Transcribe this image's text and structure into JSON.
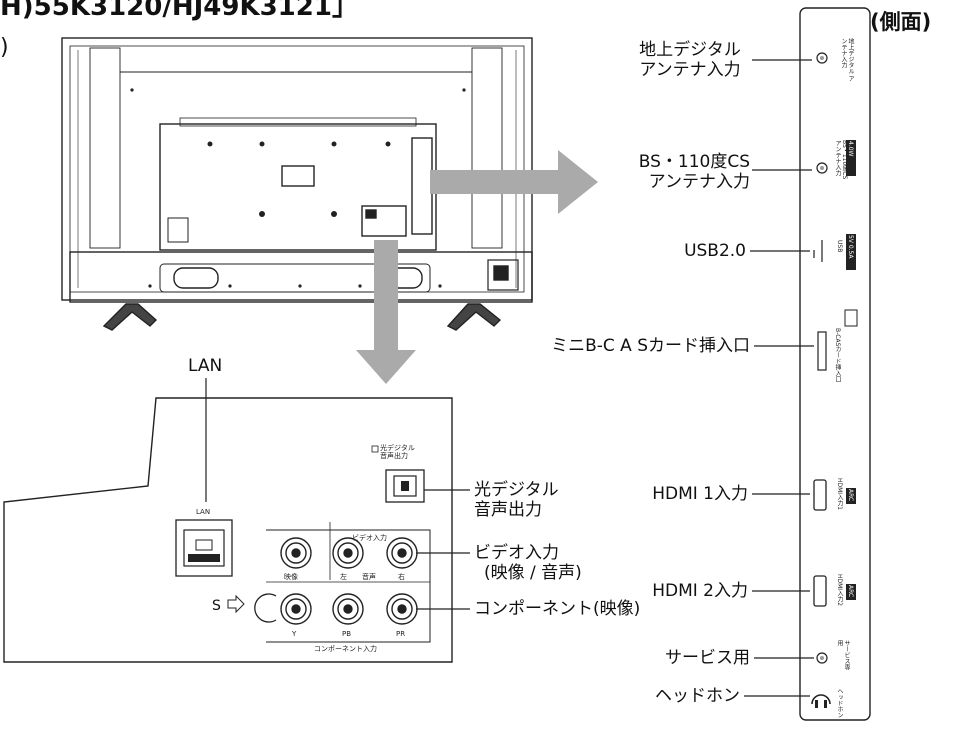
{
  "header": {
    "model_title": "H)55K3120/HJ49K3121」",
    "left_paren": ")",
    "side_view": "(側面)"
  },
  "side_panel": {
    "labels": [
      {
        "key": "terrestrial",
        "lines": [
          "地上デジタル",
          "アンテナ入力"
        ]
      },
      {
        "key": "bs_cs",
        "lines": [
          "BS・110度CS",
          "アンテナ入力"
        ]
      },
      {
        "key": "usb",
        "lines": [
          "USB2.0"
        ]
      },
      {
        "key": "bcas",
        "lines": [
          "ミニB-C A Sカード挿入口"
        ]
      },
      {
        "key": "hdmi1",
        "lines": [
          "HDMI 1入力"
        ]
      },
      {
        "key": "hdmi2",
        "lines": [
          "HDMI 2入力"
        ]
      },
      {
        "key": "service",
        "lines": [
          "サービス用"
        ]
      },
      {
        "key": "headphone",
        "lines": [
          "ヘッドホン"
        ]
      }
    ],
    "printed": {
      "terrestrial": "地上デジタル アンテナ入力",
      "bs_cs": "BS・110度CS アンテナ入力",
      "bs_badge": "DC15V 4.0W",
      "usb": "USB",
      "usb_badge": "5V 0.5A",
      "bcas": "B-CASカード挿入口",
      "hdmi1": "HDMI入力1",
      "hdmi1_badge": "ARC",
      "hdmi2": "HDMI入力2",
      "hdmi2_badge": "ARC",
      "service": "サービス専用",
      "headphone": "ヘッドホン"
    }
  },
  "rear_panel": {
    "lan_callout": "LAN",
    "lan_printed": "LAN",
    "optical_printed": [
      "光デジタル",
      "音声出力"
    ],
    "optical_callout": [
      "光デジタル",
      "音声出力"
    ],
    "video_printed_header": "ビデオ入力",
    "video_printed_labels": [
      "映像",
      "左",
      "音声",
      "右"
    ],
    "video_callout": [
      "ビデオ入力",
      "(映像 / 音声)"
    ],
    "s_label": "S",
    "component_printed_labels": [
      "Y",
      "PB",
      "PR"
    ],
    "component_printed_footer": "コンポーネント入力",
    "component_callout": "コンポーネント(映像)"
  }
}
